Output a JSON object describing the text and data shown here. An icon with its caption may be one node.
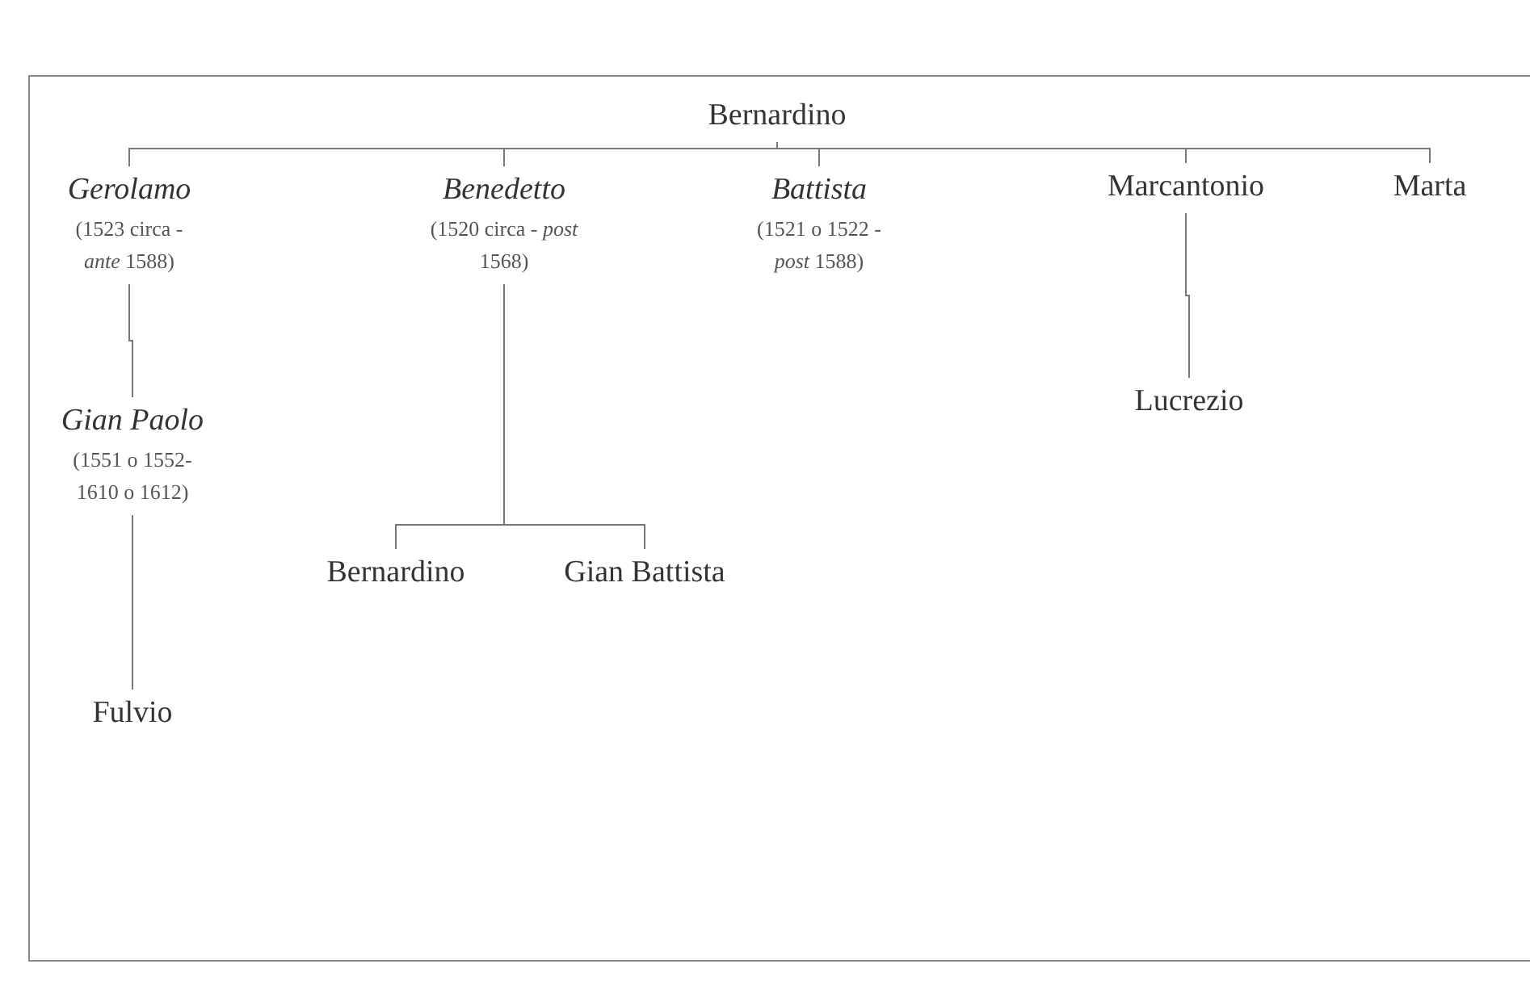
{
  "diagram": {
    "nodes": [
      {
        "text": [
          "Bernardino"
        ]
      },
      {
        "text": [
          "Gerolamo",
          "(1523 circa - *ante* 1588)"
        ]
      },
      {
        "text": [
          "Benedetto",
          "(1520 circa - *post* 1568)"
        ]
      },
      {
        "text": [
          "Battista",
          "(1521 o 1522 - *post* 1588)"
        ]
      },
      {
        "text": [
          "Marcantonio"
        ]
      },
      {
        "text": [
          "Marta"
        ]
      },
      {
        "text": [
          "Gian Paolo",
          "(1551 o 1552- 1610 o 1612)"
        ]
      },
      {
        "text": [
          "Lucrezio"
        ]
      },
      {
        "text": [
          "Bernardino"
        ]
      },
      {
        "text": [
          "Gian Battista"
        ]
      },
      {
        "text": [
          "Fulvio"
        ]
      }
    ],
    "edges": [
      {
        "from": 0,
        "to": 1,
        "arrow": "none"
      },
      {
        "from": 0,
        "to": 2,
        "arrow": "none"
      },
      {
        "from": 0,
        "to": 3,
        "arrow": "none"
      },
      {
        "from": 0,
        "to": 4,
        "arrow": "none"
      },
      {
        "from": 0,
        "to": 5,
        "arrow": "none"
      },
      {
        "from": 1,
        "to": 6,
        "arrow": "none"
      },
      {
        "from": 4,
        "to": 7,
        "arrow": "none"
      },
      {
        "from": 2,
        "to": 8,
        "arrow": "none"
      },
      {
        "from": 2,
        "to": 9,
        "arrow": "none"
      },
      {
        "from": 6,
        "to": 10,
        "arrow": "none"
      }
    ]
  }
}
